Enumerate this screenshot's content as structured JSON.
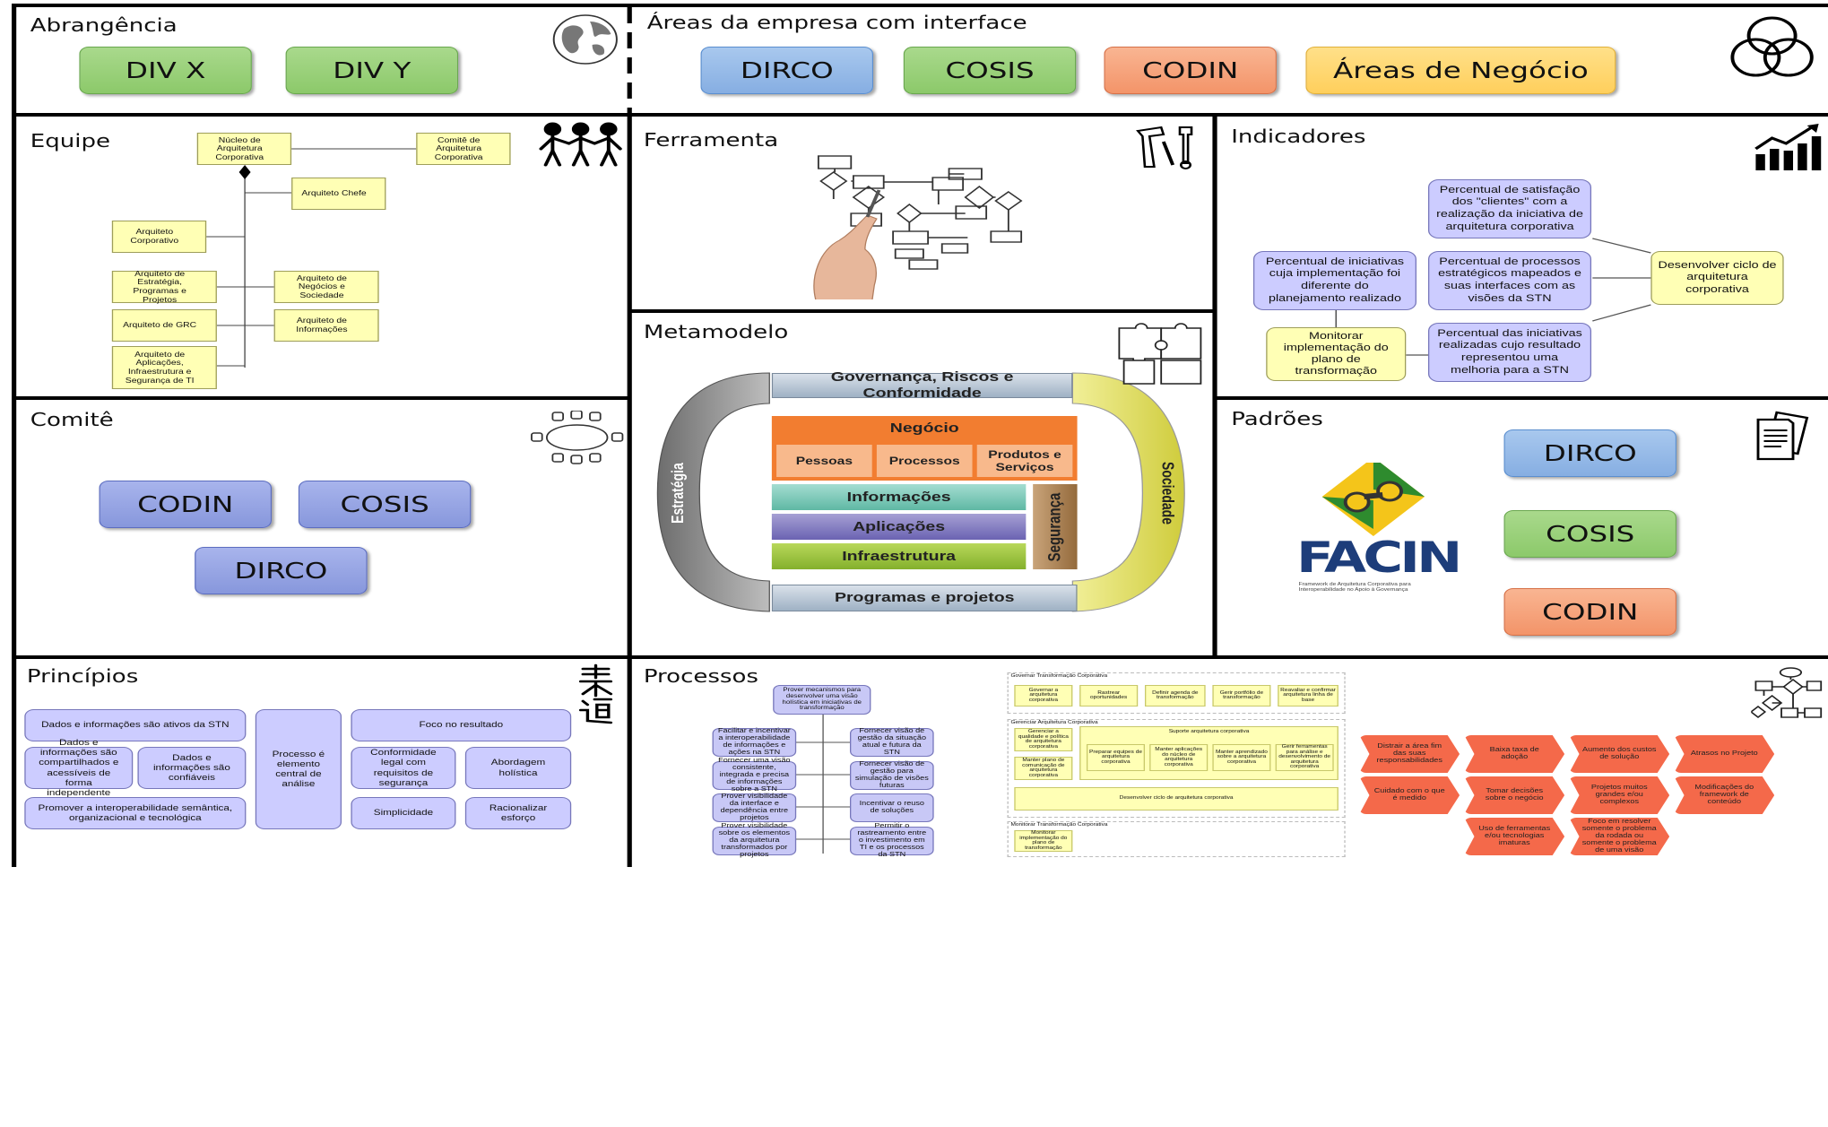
{
  "abrangencia": {
    "title": "Abrangência",
    "items": [
      "DIV X",
      "DIV Y"
    ]
  },
  "areas": {
    "title": "Áreas da empresa com interface",
    "items": [
      "DIRCO",
      "COSIS",
      "CODIN",
      "Áreas de Negócio"
    ]
  },
  "equipe": {
    "title": "Equipe",
    "nucleo": "Núcleo de Arquitetura Corporativa",
    "comite": "Comitê de Arquitetura Corporativa",
    "chefe": "Arquiteto Chefe",
    "corporativo": "Arquiteto Corporativo",
    "estrategia": "Arquiteto de Estratégia, Programas e Projetos",
    "negocios": "Arquiteto de Negócios e Sociedade",
    "grc": "Arquiteto de GRC",
    "informacoes": "Arquiteto de Informações",
    "aplicacoes": "Arquiteto de Aplicações, Infraestrutura e Segurança de TI"
  },
  "ferramenta": {
    "title": "Ferramenta"
  },
  "indicadores": {
    "title": "Indicadores",
    "satisfacao": "Percentual de satisfação dos \"clientes\" com a realização da iniciativa de arquitetura corporativa",
    "iniciativas": "Percentual de iniciativas cuja implementação foi diferente do planejamento realizado",
    "processos": "Percentual de processos estratégicos mapeados e suas interfaces com as visões da STN",
    "desenvolver": "Desenvolver ciclo de arquitetura corporativa",
    "monitorar": "Monitorar implementação do plano de transformação",
    "melhoria": "Percentual das iniciativas realizadas cujo resultado representou uma melhoria para a STN"
  },
  "metamodelo": {
    "title": "Metamodelo",
    "governanca": "Governança, Riscos e Conformidade",
    "negocio": "Negócio",
    "pessoas": "Pessoas",
    "processos": "Processos",
    "produtos": "Produtos e Serviços",
    "informacoes": "Informações",
    "aplicacoes": "Aplicações",
    "infraestrutura": "Infraestrutura",
    "seguranca": "Segurança",
    "programas": "Programas e projetos",
    "estrategia": "Estratégia",
    "sociedade": "Sociedade"
  },
  "comite": {
    "title": "Comitê",
    "items": [
      "CODIN",
      "COSIS",
      "DIRCO"
    ]
  },
  "padroes": {
    "title": "Padrões",
    "logo_text": "FACIN",
    "logo_caption": "Framework de Arquitetura Corporativa para Interoperabilidade no Apoio à Governança",
    "items": [
      "DIRCO",
      "COSIS",
      "CODIN"
    ]
  },
  "principios": {
    "title": "Princípios",
    "items": [
      "Dados e informações são ativos da STN",
      "Dados e informações são compartilhados e acessíveis de forma independente",
      "Dados e informações são confiáveis",
      "Promover a interoperabilidade semântica, organizacional e tecnológica",
      "Processo é elemento central de análise",
      "Foco no resultado",
      "Conformidade legal com requisitos de segurança",
      "Abordagem holística",
      "Simplicidade",
      "Racionalizar esforço"
    ]
  },
  "processos": {
    "title": "Processos",
    "goals": {
      "top": "Prover mecanismos para desenvolver uma visão holística em iniciativas de transformação",
      "left": [
        "Facilitar e incentivar a interoperabilidade de informações e ações na STN",
        "Fornecer uma visão consistente, integrada e precisa de informações sobre a STN",
        "Prover visibilidade da interface e dependência entre projetos",
        "Prover visibilidade sobre os elementos da arquitetura transformados por projetos"
      ],
      "right": [
        "Fornecer visão de gestão da situação atual e futura da STN",
        "Fornecer visão de gestão para simulação de visões futuras",
        "Incentivar o reuso de soluções",
        "Permitir o rastreamento entre o investimento em TI e os processos da STN"
      ]
    },
    "flow": {
      "g1": "Governar Transformação Corporativa",
      "g1_items": [
        "Governar a arquitetura corporativa",
        "Rastrear oportunidades",
        "Definir agenda de transformação",
        "Gerir portfólio de transformação",
        "Reavaliar e confirmar arquitetura linha de base"
      ],
      "g2": "Gerenciar Arquitetura Corporativa",
      "g2_left": [
        "Gerenciar a qualidade e política de arquitetura corporativa",
        "Manter plano de comunicação de arquitetura corporativa"
      ],
      "suporte": "Suporte arquitetura corporativa",
      "g2_items": [
        "Preparar equipes de arquitetura corporativa",
        "Manter aplicações do núcleo de arquitetura corporativa",
        "Manter aprendizado sobre a arquitetura corporativa",
        "Gerir ferramentas para análise e desenvolvimento de arquitetura corporativa"
      ],
      "ciclo": "Desenvolver ciclo de arquitetura corporativa",
      "g3": "Monitorar Transformação Corporativa",
      "g3_item": "Monitorar implementação do plano de transformação"
    },
    "risks": [
      "Distrair a área fim das suas responsabilidades",
      "Baixa taxa de adoção",
      "Aumento dos custos de solução",
      "Atrasos no Projeto",
      "Cuidado com o que é medido",
      "Tomar decisões sobre o negócio",
      "Projetos muitos grandes e/ou complexos",
      "Modificações do framework de conteúdo",
      "Uso de ferramentas e/ou tecnologias imaturas",
      "Foco em resolver somente o problema da rodada ou somente o problema de uma visão"
    ]
  },
  "icons": [
    "globe-icon",
    "venn-icon",
    "people-icon",
    "tools-icon",
    "growth-chart-icon",
    "puzzle-icon",
    "round-table-icon",
    "documents-icon",
    "kanji-icon",
    "flowchart-icon"
  ],
  "colors": {
    "green": "#8cc96a",
    "blue": "#86aee2",
    "orange": "#f39469",
    "yellow": "#ffcf5c",
    "purple": "#8797dc",
    "archimate_yellow": "#ffffb5",
    "archimate_purple": "#ccccff",
    "risk": "#f4694a"
  }
}
